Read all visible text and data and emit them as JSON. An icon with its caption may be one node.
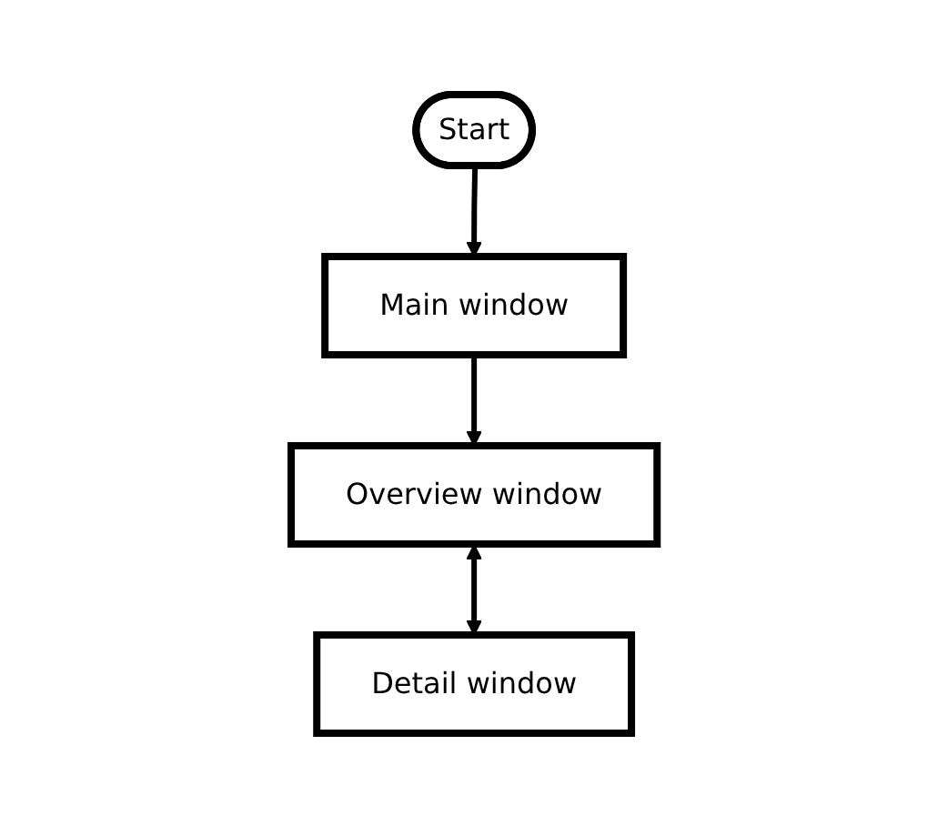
{
  "diagram": {
    "nodes": [
      {
        "text": [
          "Start"
        ]
      },
      {
        "text": [
          "Main window"
        ]
      },
      {
        "text": [
          "Overview window"
        ]
      },
      {
        "text": [
          "Detail window"
        ]
      }
    ],
    "edges": [
      {
        "from": 0,
        "to": 1,
        "arrow": "to"
      },
      {
        "from": 1,
        "to": 2,
        "arrow": "to"
      },
      {
        "from": 2,
        "to": 3,
        "arrow": "both"
      }
    ]
  }
}
